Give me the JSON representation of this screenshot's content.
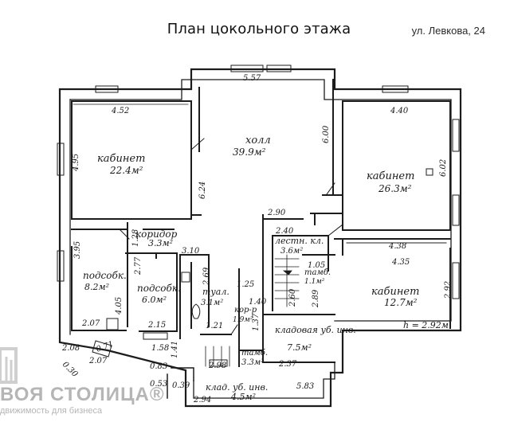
{
  "header": {
    "title": "План цокольного этажа",
    "address": "ул. Левкова, 24"
  },
  "rooms": [
    {
      "id": "cab-left",
      "name": "кабинет",
      "area": "22.4м²"
    },
    {
      "id": "hall",
      "name": "холл",
      "area": "39.9м²"
    },
    {
      "id": "cab-right",
      "name": "кабинет",
      "area": "26.3м²"
    },
    {
      "id": "corridor-left",
      "name": "коридор",
      "area": "3.3м²"
    },
    {
      "id": "podsobk-1",
      "name": "подсобк.",
      "area": "8.2м²"
    },
    {
      "id": "podsobk-2",
      "name": "подсобк.",
      "area": "6.0м²"
    },
    {
      "id": "toilet",
      "name": "туал.",
      "area": "3.1м²"
    },
    {
      "id": "stair",
      "name": "лестн. кл.",
      "area": "3.6м²"
    },
    {
      "id": "tamb-1",
      "name": "тамб.",
      "area": "1.1м²"
    },
    {
      "id": "cab-small",
      "name": "кабинет",
      "area": "12.7м²"
    },
    {
      "id": "corridor-small",
      "name": "кор-р",
      "area": "1.9м²"
    },
    {
      "id": "storage",
      "name": "кладовая уб. инв.",
      "area": "7.5м²"
    },
    {
      "id": "tamb-2",
      "name": "тамб.",
      "area": "3.3м²"
    },
    {
      "id": "klad-bottom",
      "name": "клад. уб. инв.",
      "area": "4.5м²"
    }
  ],
  "dimensions": [
    "5.57",
    "4.52",
    "4.40",
    "6.00",
    "4.95",
    "6.02",
    "6.24",
    "2.90",
    "2.40",
    "4.38",
    "4.35",
    "3.95",
    "1.28",
    "3.10",
    "2.69",
    "1.25",
    "2.77",
    "4.05",
    "2.07",
    "2.15",
    "1.58",
    "1.21",
    "1.40",
    "1.37",
    "2.60",
    "2.89",
    "1.05",
    "2.92",
    "2.37",
    "2.08",
    "0.71",
    "2.07",
    "0.30",
    "1.41",
    "0.83",
    "2.98",
    "0.53",
    "0.39",
    "5.83",
    "2.94"
  ],
  "ceiling_height": "h = 2.92м",
  "watermark": {
    "brand": "ВОЯ СТОЛИЦА®",
    "tagline": "движимость для бизнеса"
  }
}
